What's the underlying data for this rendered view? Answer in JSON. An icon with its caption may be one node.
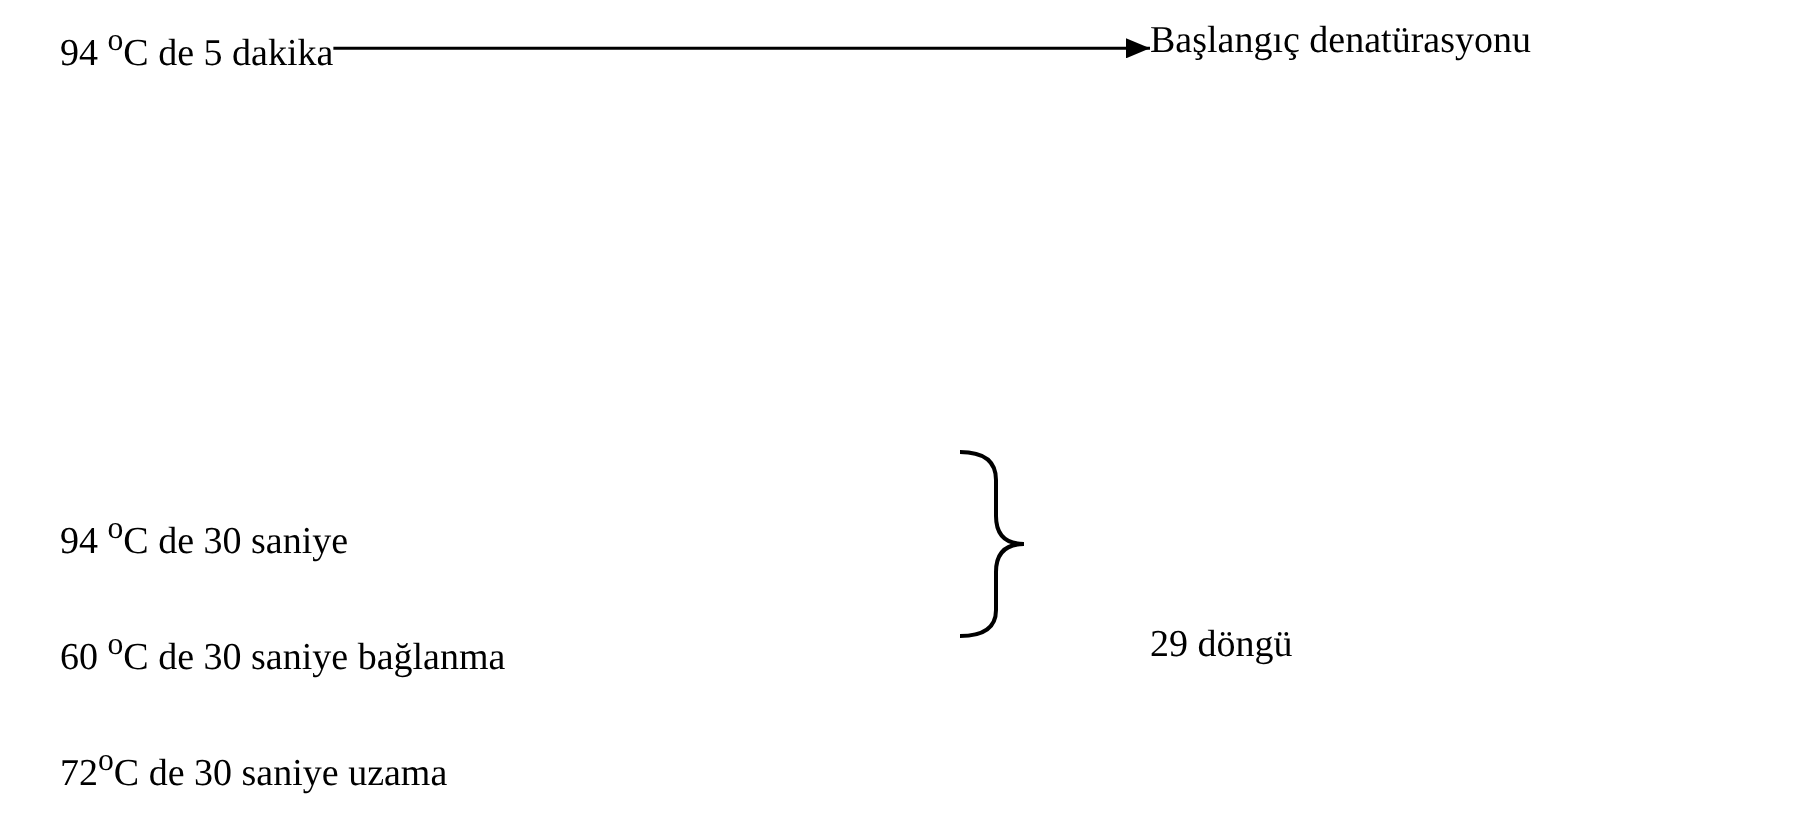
{
  "diagram": {
    "nodes": [
      {
        "text": [
          "94 $^{o}$C de 5 dakika"
        ]
      },
      {
        "text": [
          "Başlangıç denatürasyonu"
        ]
      }
    ],
    "edges": [
      {
        "from": 0,
        "to": 1,
        "arrow": "to"
      }
    ],
    "labels": [
      "94 $^{o}$C de 30 saniye",
      "60 $^{o}$C de 30 saniye bağlanma",
      "29 döngü",
      "72$^{o}$C de 30 saniye uzama"
    ]
  }
}
